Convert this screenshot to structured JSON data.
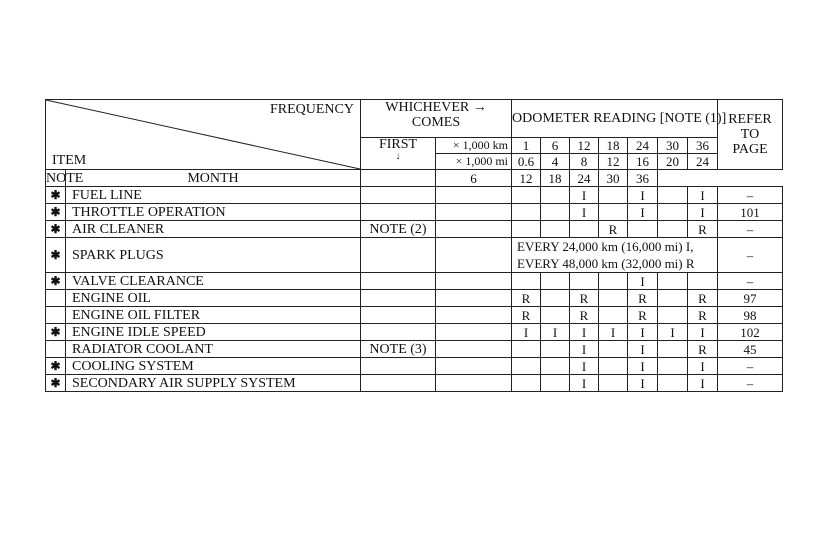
{
  "header": {
    "frequency": "FREQUENCY",
    "item": "ITEM",
    "whichever": "WHICHEVER →",
    "comes": "COMES",
    "first": "FIRST",
    "first_arrow": "↓",
    "odometer": "ODOMETER READING [NOTE (1)]",
    "km_unit": "× 1,000 km",
    "mi_unit": "× 1,000 mi",
    "note_col": "NOTE",
    "month_col": "MONTH",
    "refer": "REFER",
    "to": "TO",
    "page": "PAGE",
    "km_values": [
      "1",
      "6",
      "12",
      "18",
      "24",
      "30",
      "36"
    ],
    "mi_values": [
      "0.6",
      "4",
      "8",
      "12",
      "16",
      "20",
      "24"
    ],
    "month_values": [
      "",
      "6",
      "12",
      "18",
      "24",
      "30",
      "36"
    ]
  },
  "rows": [
    {
      "star": "✱",
      "item": "FUEL LINE",
      "note": "",
      "month": "",
      "cells": [
        "",
        "",
        "I",
        "",
        "I",
        "",
        "I"
      ],
      "page": "–"
    },
    {
      "star": "✱",
      "item": "THROTTLE OPERATION",
      "note": "",
      "month": "",
      "cells": [
        "",
        "",
        "I",
        "",
        "I",
        "",
        "I"
      ],
      "page": "101"
    },
    {
      "star": "✱",
      "item": "AIR CLEANER",
      "note": "NOTE (2)",
      "month": "",
      "cells": [
        "",
        "",
        "",
        "R",
        "",
        "",
        "R"
      ],
      "page": "–"
    },
    {
      "star": "✱",
      "item": "SPARK PLUGS",
      "note": "",
      "month": "",
      "every1": "EVERY 24,000 km (16,000 mi) I,",
      "every2": "EVERY 48,000 km (32,000 mi) R",
      "page": "–"
    },
    {
      "star": "✱",
      "item": "VALVE CLEARANCE",
      "note": "",
      "month": "",
      "cells": [
        "",
        "",
        "",
        "",
        "I",
        "",
        ""
      ],
      "page": "–"
    },
    {
      "star": "",
      "item": "ENGINE OIL",
      "note": "",
      "month": "",
      "cells": [
        "R",
        "",
        "R",
        "",
        "R",
        "",
        "R"
      ],
      "page": "97"
    },
    {
      "star": "",
      "item": "ENGINE OIL FILTER",
      "note": "",
      "month": "",
      "cells": [
        "R",
        "",
        "R",
        "",
        "R",
        "",
        "R"
      ],
      "page": "98"
    },
    {
      "star": "✱",
      "item": "ENGINE IDLE SPEED",
      "note": "",
      "month": "",
      "cells": [
        "I",
        "I",
        "I",
        "I",
        "I",
        "I",
        "I"
      ],
      "page": "102"
    },
    {
      "star": "",
      "item": "RADIATOR COOLANT",
      "note": "NOTE (3)",
      "month": "",
      "cells": [
        "",
        "",
        "I",
        "",
        "I",
        "",
        "R"
      ],
      "page": "45"
    },
    {
      "star": "✱",
      "item": "COOLING SYSTEM",
      "note": "",
      "month": "",
      "cells": [
        "",
        "",
        "I",
        "",
        "I",
        "",
        "I"
      ],
      "page": "–"
    },
    {
      "star": "✱",
      "item": "SECONDARY AIR SUPPLY SYSTEM",
      "note": "",
      "month": "",
      "cells": [
        "",
        "",
        "I",
        "",
        "I",
        "",
        "I"
      ],
      "page": "–"
    }
  ]
}
